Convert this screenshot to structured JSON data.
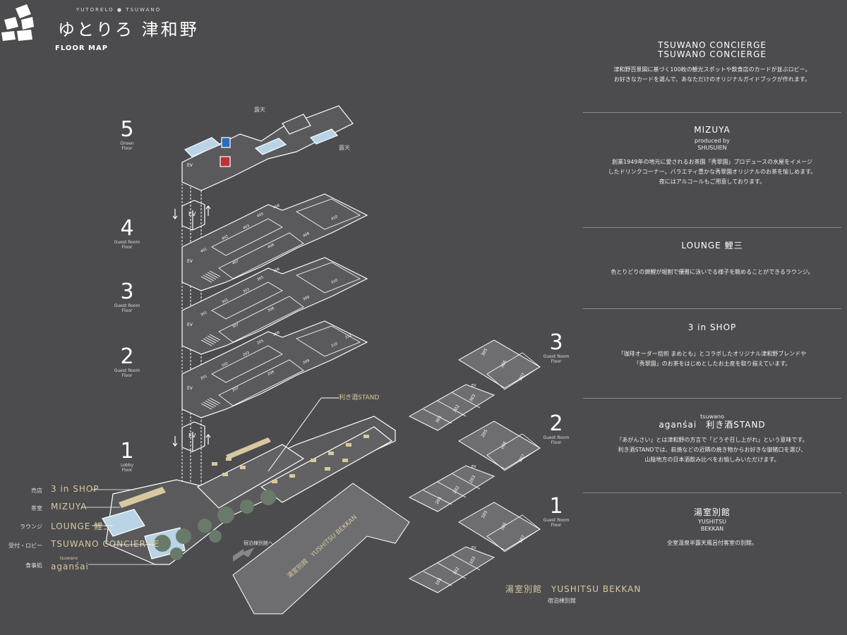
{
  "logo": {
    "roman": "YUTORELO ● TSUWANO",
    "name": "ゆとりろ 津和野",
    "subtitle": "FLOOR MAP"
  },
  "main_floors": [
    {
      "num": "5",
      "label1": "Onsen",
      "label2": "Floor"
    },
    {
      "num": "4",
      "label1": "Guest Room",
      "label2": "Floor"
    },
    {
      "num": "3",
      "label1": "Guest Room",
      "label2": "Floor"
    },
    {
      "num": "2",
      "label1": "Guest Room",
      "label2": "Floor"
    },
    {
      "num": "1",
      "label1": "Lobby",
      "label2": "Floor"
    }
  ],
  "annex_floors": [
    {
      "num": "3",
      "label1": "Guest Room",
      "label2": "Floor"
    },
    {
      "num": "2",
      "label1": "Guest Room",
      "label2": "Floor"
    },
    {
      "num": "1",
      "label1": "Guest Room",
      "label2": "Floor"
    }
  ],
  "floor5": {
    "roten1": "露天",
    "roten2": "露天",
    "ev": "EV"
  },
  "rooms": {
    "f4": [
      "401",
      "402",
      "403",
      "405",
      "406",
      "407",
      "408",
      "409",
      "410"
    ],
    "f3": [
      "301",
      "302",
      "303",
      "305",
      "306",
      "307",
      "308",
      "309",
      "310"
    ],
    "f2": [
      "201",
      "202",
      "203",
      "205",
      "206",
      "207",
      "208",
      "209",
      "210",
      "211"
    ],
    "annex3": [
      "301",
      "302",
      "303",
      "305",
      "306",
      "307"
    ],
    "annex2": [
      "201",
      "202",
      "203",
      "205",
      "206",
      "207"
    ],
    "annex1": [
      "101",
      "102",
      "103",
      "105",
      "106",
      "107"
    ]
  },
  "ev_label": "EV",
  "ground": {
    "kikizake": "利き酒STAND",
    "to_annex": "宿泊棟別館へ",
    "annex_building": "湯室別館　YUSHITSU BEKKAN"
  },
  "legend": [
    {
      "jp": "売店",
      "en": "3 in SHOP"
    },
    {
      "jp": "茶室",
      "en": "MIZUYA"
    },
    {
      "jp": "ラウンジ",
      "en": "LOUNGE 鯉三"
    },
    {
      "jp": "受付・ロビー",
      "en": "TSUWANO CONCIERGE"
    },
    {
      "jp": "食事処",
      "en": "aganśai",
      "small": "tsuwano"
    }
  ],
  "annex_title": {
    "name": "湯室別館　YUSHITSU BEKKAN",
    "sub": "宿泊棟別館"
  },
  "panel": [
    {
      "title": "TSUWANO CONCIERGE",
      "sub": "",
      "desc": [
        "津和野百景図に基づく100枚の観光スポットや飲食店のカードが並ぶロビー。",
        "お好きなカードを選んで、あなただけのオリジナルガイドブックが作れます。"
      ]
    },
    {
      "title": "MIZUYA",
      "sub": "produced by SHUSUIEN",
      "desc": [
        "創業1949年の地元に愛されるお茶園「秀翠園」プロデュースの水屋をイメージ",
        "したドリンクコーナー。バラエティ豊かな秀翠園オリジナルのお茶を愉しめます。",
        "夜にはアルコールもご用意しております。"
      ]
    },
    {
      "title": "LOUNGE 鯉三",
      "sub": "",
      "desc": [
        "色とりどりの錦鯉が堀割で優雅に泳いでる様子を眺めることができるラウンジ。"
      ]
    },
    {
      "title": "3 in SHOP",
      "sub": "",
      "desc": [
        "「珈琲オーダー焙煎 まめとも」とコラボしたオリジナル津和野ブレンドや",
        "「秀翠園」のお茶をはじめとしたお土産を取り揃えています。"
      ]
    },
    {
      "title": "aganśai　利き酒STAND",
      "sub": "tsuwano",
      "desc": [
        "「あがんさい」とは津和野の方言で「どうぞ召し上がれ」という意味です。",
        "利き酒STANDでは、萩焼などの近隣の焼き物からお好きな御猪口を選び、",
        "山陰地方の日本酒飲み比べをお愉しみいただけます。"
      ]
    },
    {
      "title": "湯室別館",
      "sub": "YUSHITSU BEKKAN",
      "desc": [
        "全室温泉半露天風呂付客室の別館。"
      ]
    }
  ],
  "colors": {
    "bg": "#4c4c4e",
    "line": "#ffffff",
    "tile": "#6e6e70",
    "accent": "#d7c8a0",
    "water": "#b8d4e6"
  }
}
